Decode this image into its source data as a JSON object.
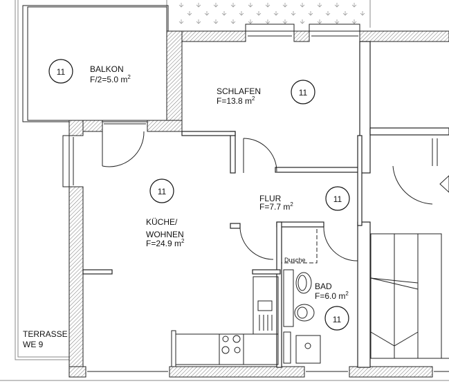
{
  "rooms": [
    {
      "name": "BALKON",
      "area": "F/2=5.0 m",
      "sup": "2",
      "number": "11"
    },
    {
      "name": "SCHLAFEN",
      "area": "F=13.8 m",
      "sup": "2",
      "number": "11"
    },
    {
      "name_line1": "KÜCHE/",
      "name_line2": "WOHNEN",
      "area": "F=24.9 m",
      "sup": "2",
      "number": "11"
    },
    {
      "name": "FLUR",
      "area": "F=7.7 m",
      "sup": "2",
      "number": "11"
    },
    {
      "name": "BAD",
      "area": "F=6.0 m",
      "sup": "2",
      "number": "11"
    }
  ],
  "shower_label": "Dusche",
  "terrace": {
    "line1": "TERRASSE",
    "line2": "WE 9"
  }
}
